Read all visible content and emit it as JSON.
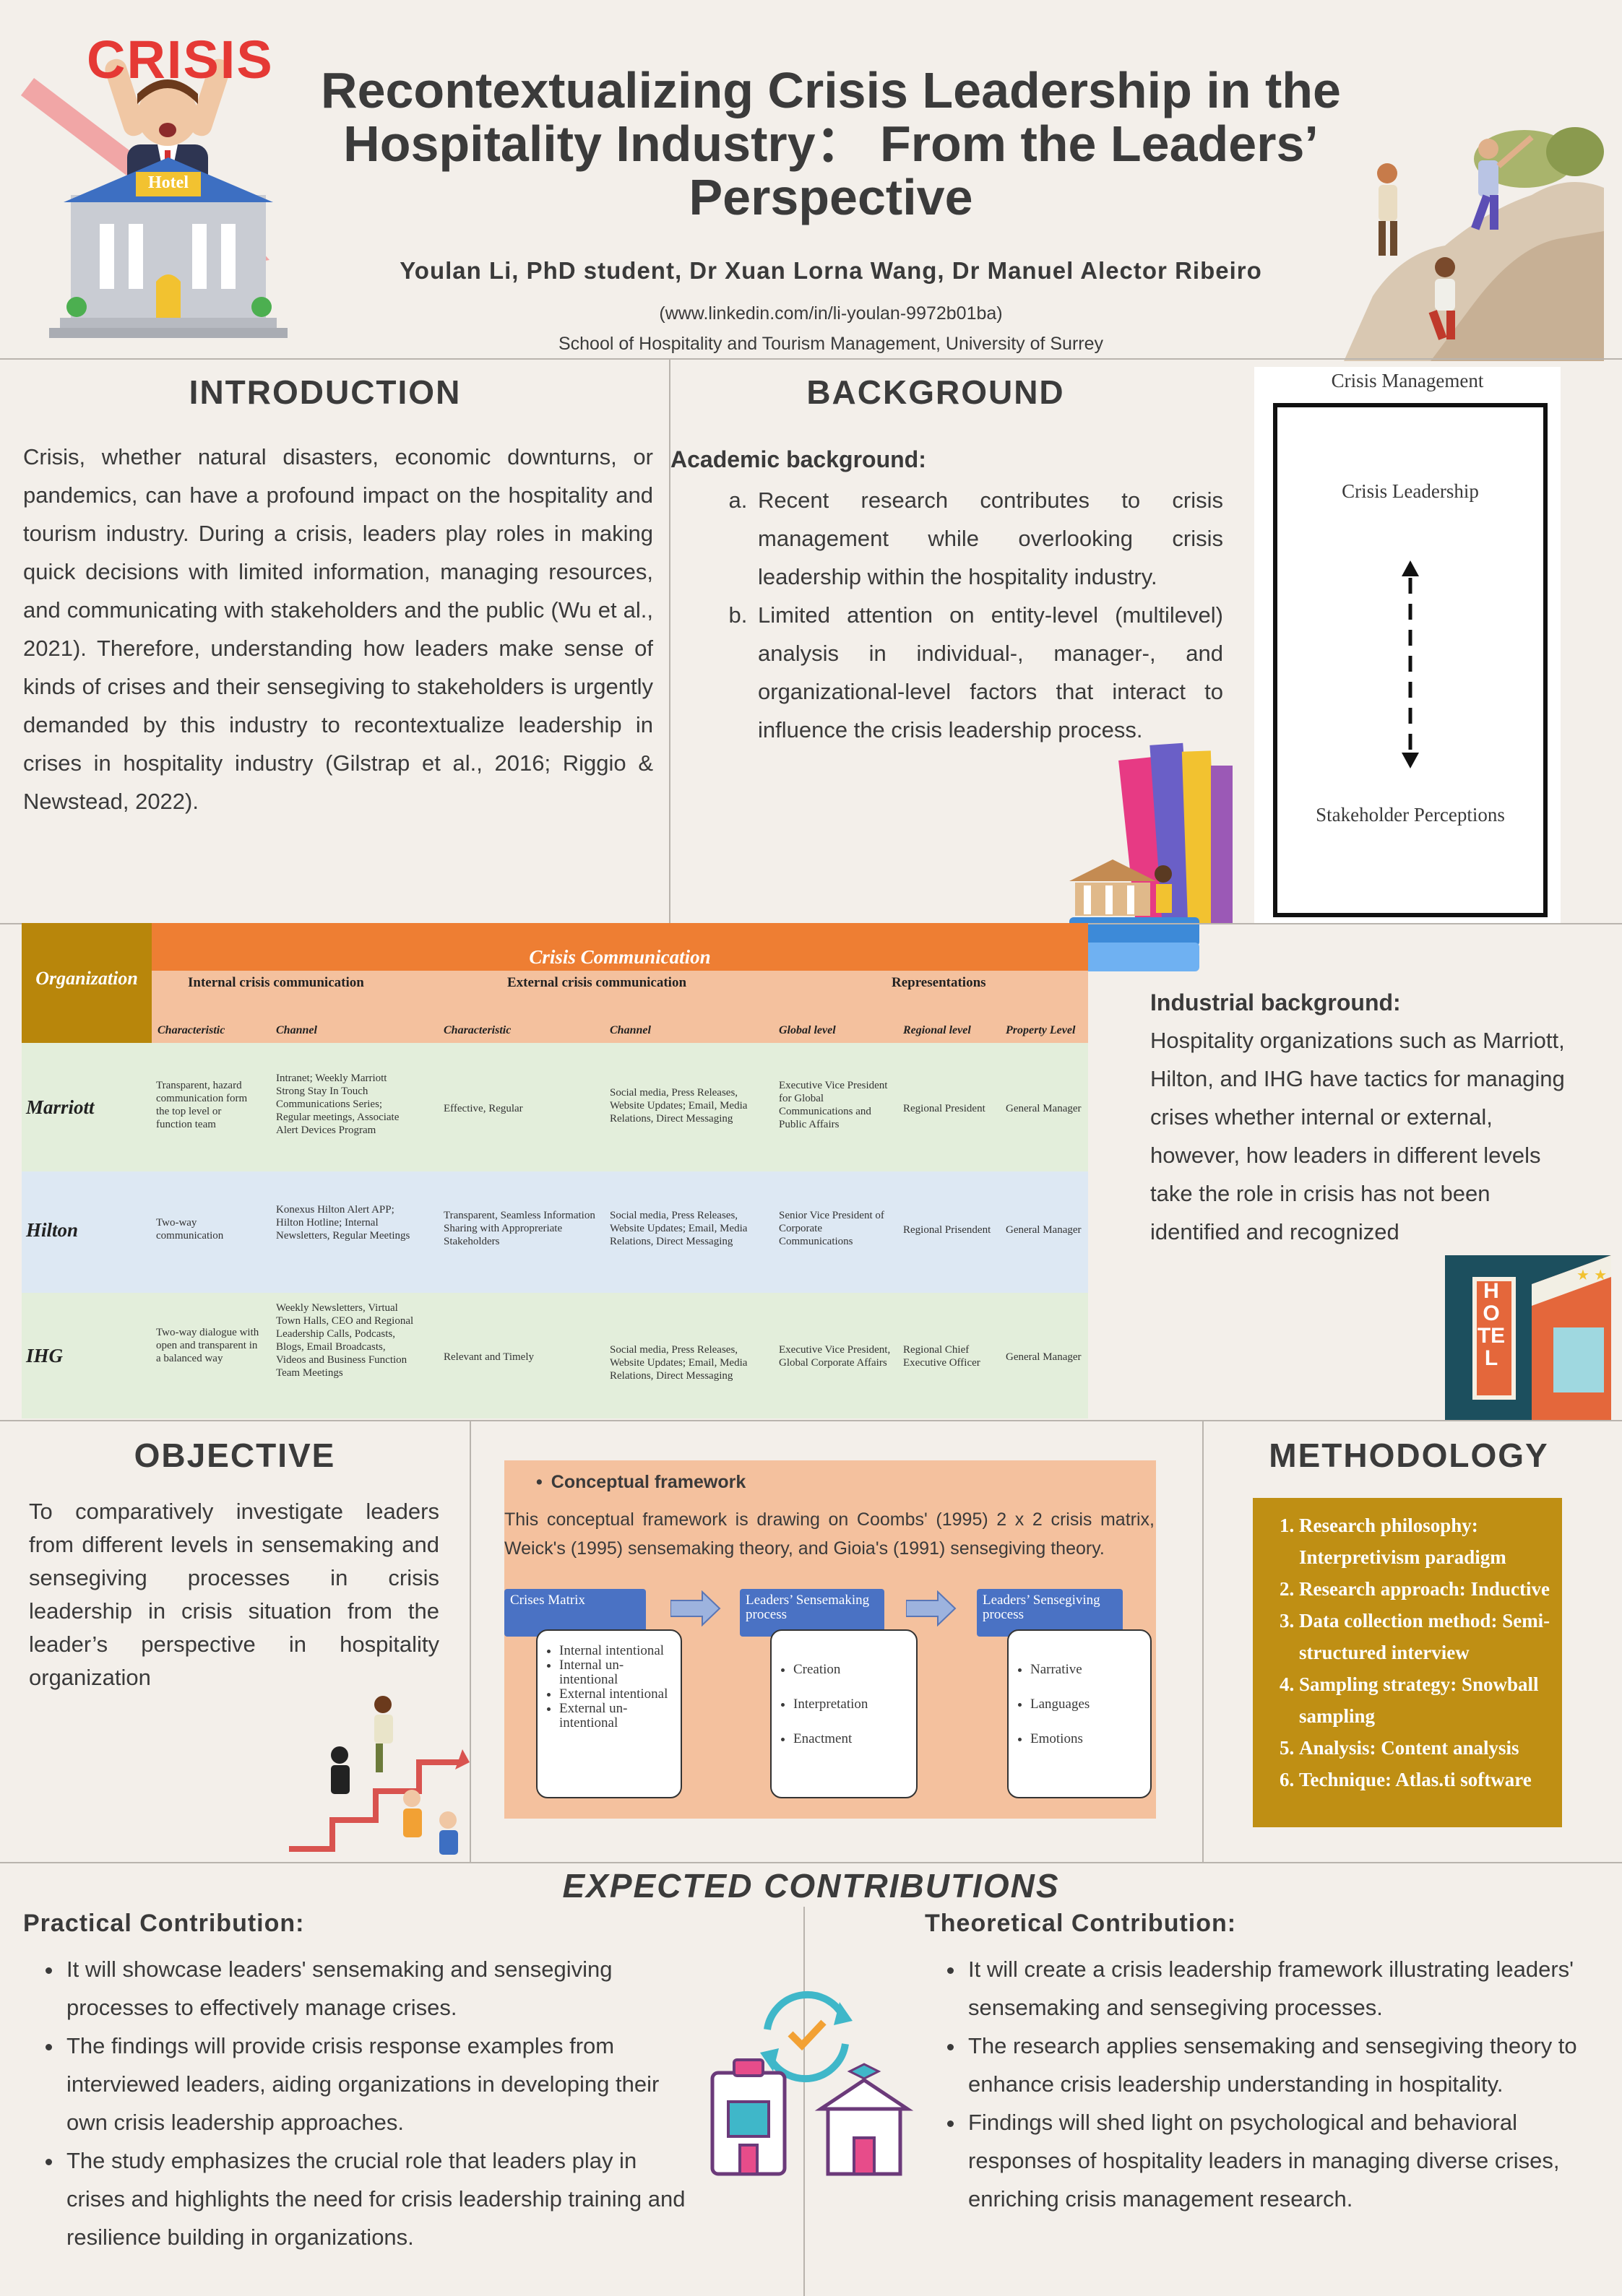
{
  "header": {
    "title_line1": "Recontextualizing Crisis Leadership in the",
    "title_line2": "Hospitality Industry：  From the Leaders’",
    "title_line3": "Perspective",
    "authors": "Youlan Li, PhD student, Dr Xuan Lorna Wang, Dr Manuel Alector Ribeiro",
    "link": "(www.linkedin.com/in/li-youlan-9972b01ba)",
    "school": "School of Hospitality and Tourism Management, University of Surrey",
    "crisis_word": "CRISIS",
    "hotel_word": "Hotel"
  },
  "introduction": {
    "heading": "INTRODUCTION",
    "text": "Crisis, whether natural disasters, economic downturns, or pandemics, can have a profound impact on the hospitality and tourism industry. During a crisis, leaders play roles in making quick decisions with limited information, managing resources, and communicating with stakeholders and the public (Wu et al., 2021). Therefore, understanding how leaders make sense of kinds of crises and their sensegiving to stakeholders is urgently demanded by this industry to recontextualize leadership in crises in hospitality industry (Gilstrap et al., 2016; Riggio & Newstead, 2022)."
  },
  "background": {
    "heading": "BACKGROUND",
    "academic_label": "Academic background:",
    "academic_items": [
      "Recent research contributes to crisis management while overlooking crisis leadership within the hospitality industry.",
      "Limited attention on entity-level (multilevel) analysis in individual-, manager-, and organizational-level factors that interact to influence the crisis leadership process."
    ],
    "industrial_label": "Industrial background:",
    "industrial_text": "Hospitality organizations such as Marriott, Hilton, and IHG have tactics for managing crises whether internal or external, however, how leaders in different levels take the role in crisis has not been identified and recognized",
    "hotel_sign": "HOTEL"
  },
  "crisis_management_figure": {
    "title": "Crisis Management",
    "top_label": "Crisis Leadership",
    "bottom_label": "Stakeholder Perceptions"
  },
  "table": {
    "org_header": "Organization",
    "main_header": "Crisis Communication",
    "groups": [
      "Internal crisis communication",
      "External crisis communication",
      "Representations"
    ],
    "columns": [
      "Characteristic",
      "Channel",
      "Characteristic",
      "Channel",
      "Global level",
      "Regional level",
      "Property Level"
    ],
    "rows": [
      {
        "org": "Marriott",
        "cells": [
          "Transparent, hazard communication form the top level or function team",
          "Intranet; Weekly Marriott Strong Stay In Touch Communications Series; Regular meetings, Associate Alert Devices Program",
          "Effective, Regular",
          "Social media, Press Releases, Website Updates; Email, Media Relations, Direct Messaging",
          "Executive Vice President for Global Communications and Public Affairs",
          "Regional President",
          "General Manager"
        ]
      },
      {
        "org": "Hilton",
        "cells": [
          "Two-way communication",
          "Konexus Hilton Alert APP; Hilton Hotline; Internal Newsletters, Regular Meetings",
          "Transparent, Seamless Information Sharing with Appropreriate Stakeholders",
          "Social media, Press Releases, Website Updates; Email, Media Relations, Direct Messaging",
          "Senior Vice President of Corporate Communications",
          "Regional Prisendent",
          "General Manager"
        ]
      },
      {
        "org": "IHG",
        "cells": [
          "Two-way dialogue with open and transparent in a balanced way",
          "Weekly Newsletters, Virtual Town Halls, CEO and Regional Leadership Calls, Podcasts, Blogs, Email Broadcasts, Videos and Business Function Team Meetings",
          "Relevant and Timely",
          "Social media, Press Releases, Website Updates; Email, Media Relations, Direct Messaging",
          "Executive Vice President, Global Corporate Affairs",
          "Regional Chief Executive Officer",
          "General Manager"
        ]
      }
    ],
    "colors": {
      "org": "#b8860b",
      "header": "#ee7e33",
      "subheader": "#f4c19e",
      "green": "#e3eedb",
      "blue": "#dde8f3"
    }
  },
  "objective": {
    "heading": "OBJECTIVE",
    "text": "To comparatively investigate leaders from different levels in sensemaking and sensegiving processes in crisis leadership in crisis situation from the leader’s perspective in hospitality organization"
  },
  "framework": {
    "label": "Conceptual framework",
    "text": "This conceptual framework is drawing on Coombs' (1995) 2 x 2 crisis matrix, Weick's (1995) sensemaking theory, and Gioia's (1991) sensegiving theory.",
    "boxes": [
      {
        "title": "Crises Matrix",
        "items": [
          "Internal intentional",
          "Internal un-intentional",
          "External intentional",
          "External un-intentional"
        ]
      },
      {
        "title": "Leaders’ Sensemaking process",
        "items": [
          "Creation",
          "Interpretation",
          "Enactment"
        ]
      },
      {
        "title": "Leaders’ Sensegiving process",
        "items": [
          "Narrative",
          "Languages",
          "Emotions"
        ]
      }
    ]
  },
  "methodology": {
    "heading": "METHODOLOGY",
    "items": [
      "Research philosophy: Interpretivism paradigm",
      "Research approach: Inductive",
      "Data collection method: Semi-structured interview",
      "Sampling strategy: Snowball sampling",
      "Analysis: Content analysis",
      "Technique: Atlas.ti software"
    ]
  },
  "contributions": {
    "heading": "EXPECTED CONTRIBUTIONS",
    "practical_label": "Practical Contribution:",
    "practical_items": [
      "It will showcase leaders' sensemaking and sensegiving processes to effectively manage crises.",
      "The findings will provide crisis response examples from interviewed leaders, aiding organizations in developing their own crisis leadership approaches.",
      "The study emphasizes the crucial role that leaders play in crises and highlights the need for crisis leadership training and resilience building in organizations."
    ],
    "theoretical_label": "Theoretical Contribution:",
    "theoretical_items": [
      "It will create a crisis leadership framework illustrating leaders' sensemaking and sensegiving processes.",
      "The research applies sensemaking and sensegiving theory to enhance crisis leadership understanding in hospitality.",
      "Findings will shed light on psychological and behavioral responses of hospitality leaders in managing diverse crises, enriching crisis management research."
    ]
  }
}
